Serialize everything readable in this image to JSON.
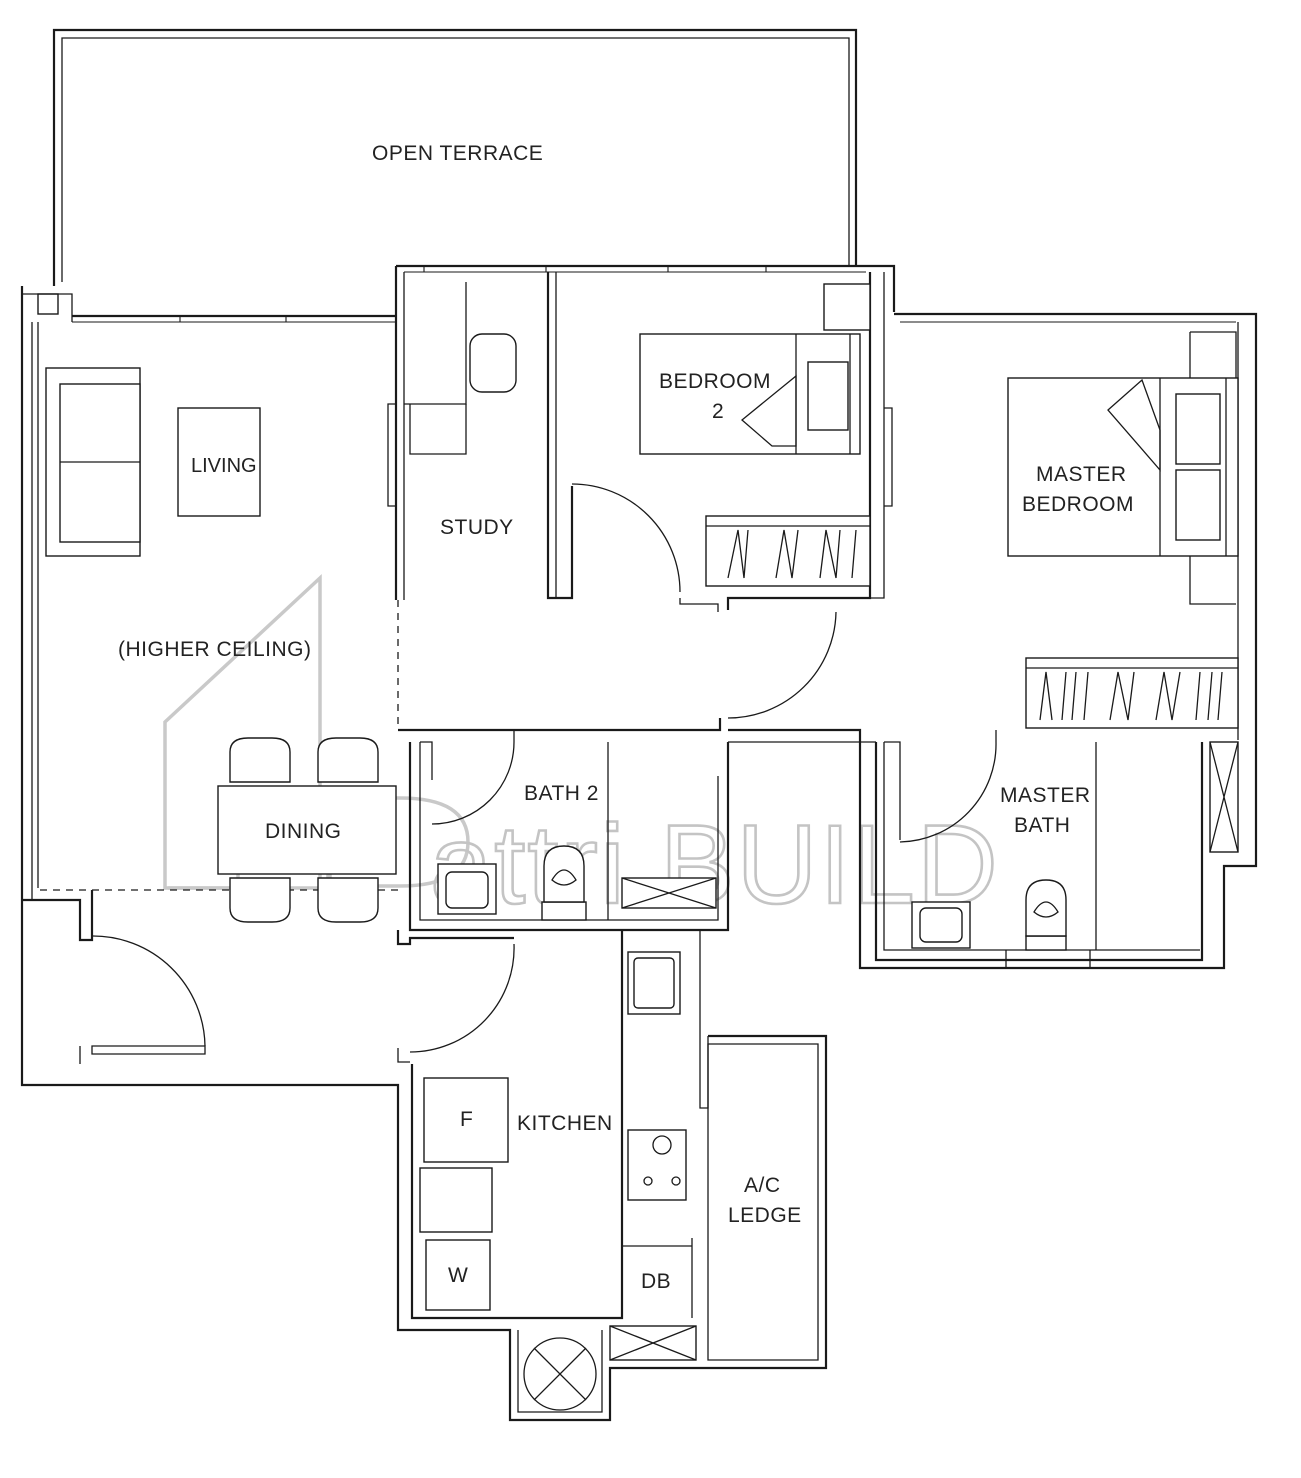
{
  "rooms": {
    "open_terrace": "OPEN TERRACE",
    "living": "LIVING",
    "higher_ceiling": "(HIGHER CEILING)",
    "study": "STUDY",
    "bedroom2_line1": "BEDROOM",
    "bedroom2_line2": "2",
    "master_bedroom_line1": "MASTER",
    "master_bedroom_line2": "BEDROOM",
    "dining": "DINING",
    "bath2": "BATH 2",
    "master_bath_line1": "MASTER",
    "master_bath_line2": "BATH",
    "kitchen": "KITCHEN",
    "ac_ledge_line1": "A/C",
    "ac_ledge_line2": "LEDGE"
  },
  "appliances": {
    "fridge": "F",
    "washer": "W",
    "distribution_board": "DB"
  },
  "watermark": {
    "text": "attri.BUILD"
  }
}
